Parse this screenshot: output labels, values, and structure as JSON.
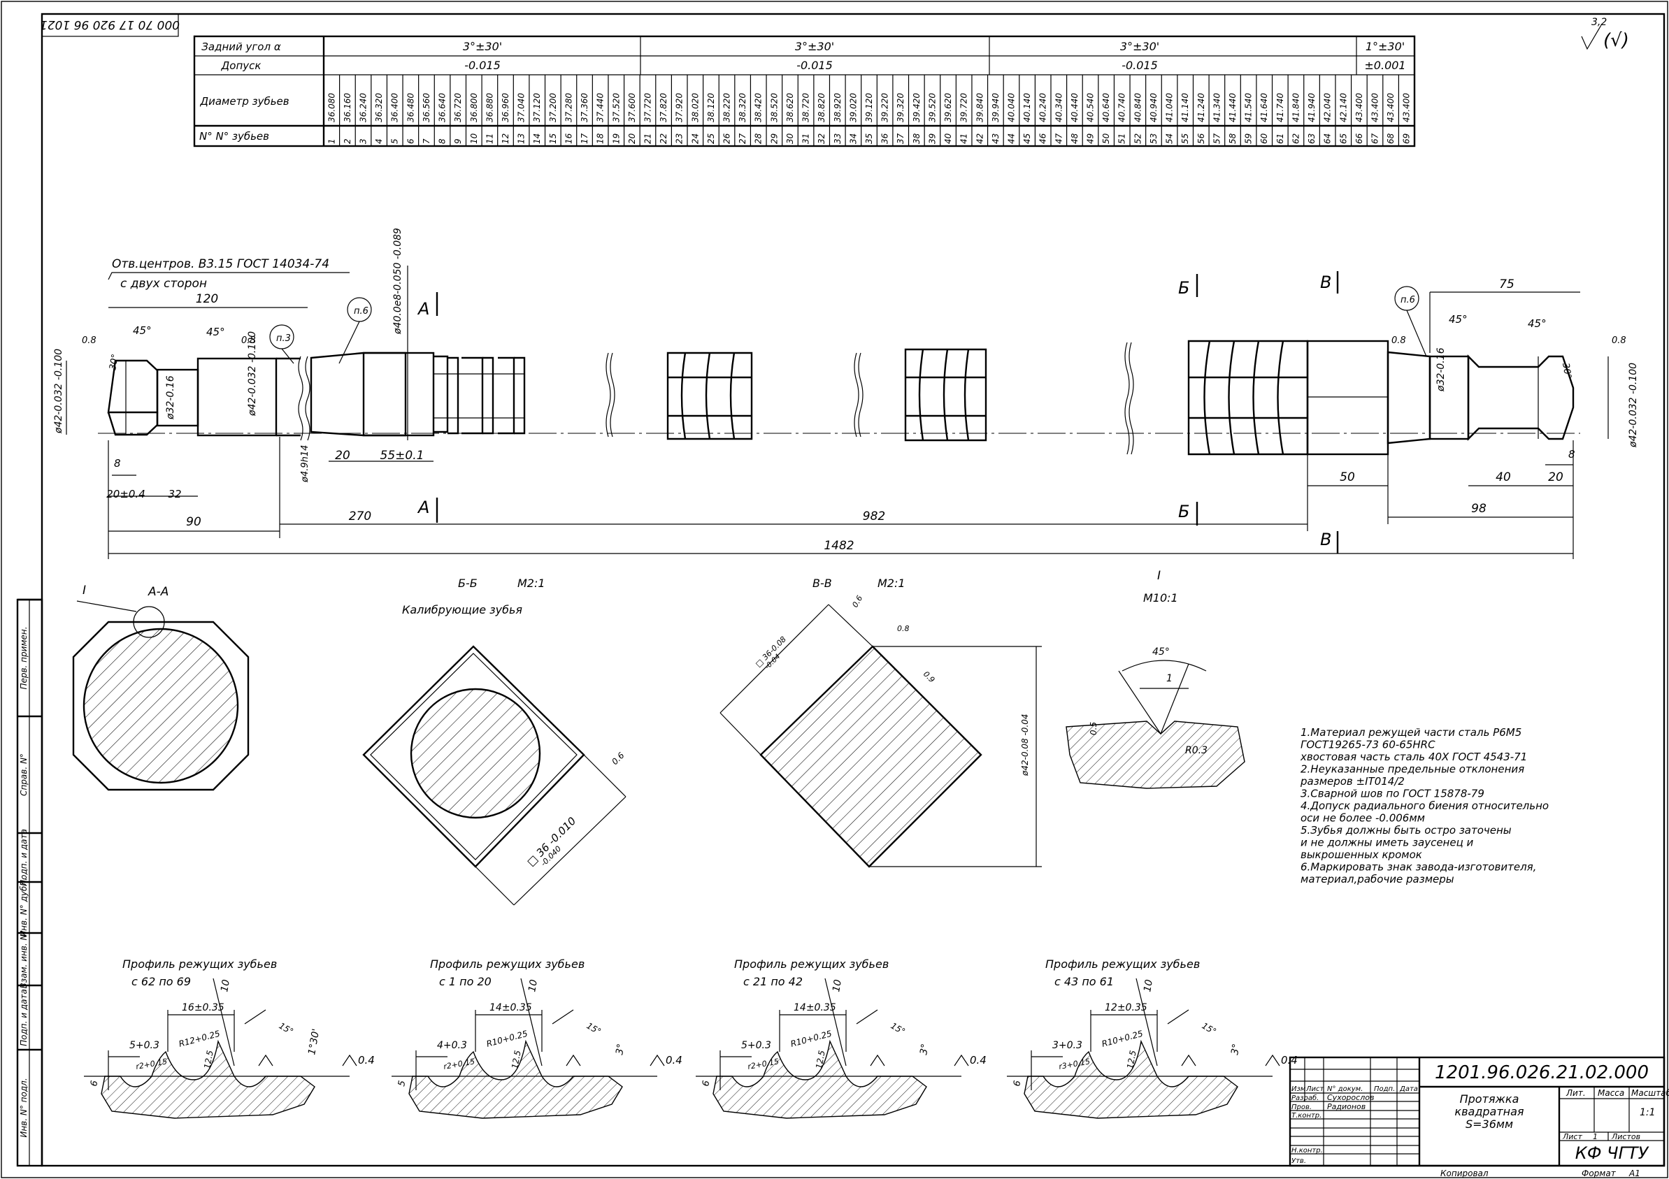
{
  "doc_code_rotated": "000 70 17 920 96 1021",
  "roughness": {
    "value": "3,2",
    "symbol": "(√)"
  },
  "teeth_table": {
    "row_labels": {
      "angle": "Задний угол α",
      "tolerance": "Допуск",
      "diameter": "Диаметр зубьев",
      "number": "N° N° зубьев"
    },
    "angle_groups": [
      "3°±30'",
      "3°±30'",
      "3°±30'",
      "1°±30'"
    ],
    "tolerance_groups": [
      "-0.015",
      "-0.015",
      "-0.015",
      "±0.001"
    ],
    "diameters": [
      "36.080",
      "36.160",
      "36.240",
      "36.320",
      "36.400",
      "36.480",
      "36.560",
      "36.640",
      "36.720",
      "36.800",
      "36.880",
      "36.960",
      "37.040",
      "37.120",
      "37.200",
      "37.280",
      "37.360",
      "37.440",
      "37.520",
      "37.600",
      "37.720",
      "37.820",
      "37.920",
      "38.020",
      "38.120",
      "38.220",
      "38.320",
      "38.420",
      "38.520",
      "38.620",
      "38.720",
      "38.820",
      "38.920",
      "39.020",
      "39.120",
      "39.220",
      "39.320",
      "39.420",
      "39.520",
      "39.620",
      "39.720",
      "39.840",
      "39.940",
      "40.040",
      "40.140",
      "40.240",
      "40.340",
      "40.440",
      "40.540",
      "40.640",
      "40.740",
      "40.840",
      "40.940",
      "41.040",
      "41.140",
      "41.240",
      "41.340",
      "41.440",
      "41.540",
      "41.640",
      "41.740",
      "41.840",
      "41.940",
      "42.040",
      "42.140",
      "43.400",
      "43.400",
      "43.400",
      "43.400"
    ]
  },
  "main_view": {
    "note_center_holes": "Отв.центров. В3.15 ГОСТ 14034-74",
    "note_both_sides": "с двух сторон",
    "dims": {
      "d120": "120",
      "a45_1": "45°",
      "a45_2": "45°",
      "a45_3": "45°",
      "a45_4": "45°",
      "a30_1": "30°",
      "a30_2": "30°",
      "r08_1": "0.8",
      "r08_2": "0.8",
      "r08_3": "0.8",
      "r08_4": "0.8",
      "p3": "п.3",
      "p6_1": "п.6",
      "p6_2": "п.6",
      "phi42_left": "ø42-0.032 -0.100",
      "phi32_left": "ø32-0.16",
      "phi42_mid": "ø42-0.032 -0.100",
      "phi40": "ø40.0e8-0.050 -0.089",
      "phi19": "ø4.9h14",
      "d8_left": "8",
      "d20_04": "20±0.4",
      "d32": "32",
      "d90": "90",
      "d20": "20",
      "d55": "55±0.1",
      "d270": "270",
      "d982": "982",
      "d1482": "1482",
      "d75": "75",
      "phi32_right": "ø32-0.16",
      "phi42_right": "ø42-0.032 -0.100",
      "d50": "50",
      "d40": "40",
      "d20_r": "20",
      "d8_right": "8",
      "d98": "98",
      "sec_A": "А",
      "sec_A2": "А",
      "sec_B": "Б",
      "sec_B2": "Б",
      "sec_V": "В",
      "sec_V2": "В"
    }
  },
  "sections": {
    "aa": {
      "title": "А-А",
      "leader": "I"
    },
    "bb": {
      "title": "Б-Б",
      "scale": "М2:1",
      "subtitle": "Калибрующие зубья",
      "dim1": "0.6",
      "dim2": "□ 36 -0.010",
      "dim2b": "-0.040"
    },
    "vv": {
      "title": "В-В",
      "scale": "М2:1",
      "d06": "0.6",
      "d08": "0.8",
      "d09": "0.9",
      "d36": "□ 36-0.08",
      "d36b": "-0.04",
      "phi42": "ø42-0.08 -0.04"
    },
    "detail": {
      "title": "I",
      "scale": "М10:1",
      "angle": "45°",
      "d1": "1",
      "d05": "0.5",
      "r": "R0.3"
    }
  },
  "notes": [
    "1.Материал режущей части сталь Р6М5",
    "  ГОСТ19265-73 60-65HRC",
    "  хвостовая часть сталь 40Х ГОСТ 4543-71",
    "2.Неуказанные предельные отклонения",
    "  размеров ±IT014/2",
    "3.Сварной шов по ГОСТ 15878-79",
    "4.Допуск радиального биения относительно",
    "  оси не более -0.006мм",
    "5.Зубья должны быть остро заточены",
    "  и не должны иметь заусенец и",
    "  выкрошенных кромок",
    "6.Маркировать знак завода-изготовителя,",
    "  материал,рабочие размеры"
  ],
  "profiles": [
    {
      "title": "Профиль режущих зубьев",
      "range": "с 62 по 69",
      "pitch": "16±0.35",
      "h": "5+0.3",
      "r": "R12+0.25",
      "rs": "r2+0.15",
      "a10": "10",
      "a15": "15°",
      "a125": "12.5",
      "a130": "1°30'",
      "ra": "0.4",
      "v": "6"
    },
    {
      "title": "Профиль режущих зубьев",
      "range": "с 1 по 20",
      "pitch": "14±0.35",
      "h": "4+0.3",
      "r": "R10+0.25",
      "rs": "r2+0.15",
      "a10": "10",
      "a15": "15°",
      "a125": "12.5",
      "a130": "3°",
      "ra": "0.4",
      "v": "5"
    },
    {
      "title": "Профиль режущих зубьев",
      "range": "с 21 по 42",
      "pitch": "14±0.35",
      "h": "5+0.3",
      "r": "R10+0.25",
      "rs": "r2+0.15",
      "a10": "10",
      "a15": "15°",
      "a125": "12.5",
      "a130": "3°",
      "ra": "0.4",
      "v": "6"
    },
    {
      "title": "Профиль режущих зубьев",
      "range": "с 43 по 61",
      "pitch": "12±0.35",
      "h": "3+0.3",
      "r": "R10+0.25",
      "rs": "r3+0.15",
      "a10": "10",
      "a15": "15°",
      "a125": "12.5",
      "a130": "3°",
      "ra": "0.4",
      "v": "6"
    }
  ],
  "side_stamp": [
    "Перв. примен.",
    "Справ. N°",
    "Подп. и дата",
    "Инв. N° дубл.",
    "Взам. инв. N°",
    "Подп. и дата",
    "Инв. N° подл."
  ],
  "title_block": {
    "designation": "1201.96.026.21.02.000",
    "name1": "Протяжка",
    "name2": "квадратная",
    "name3": "S=36мм",
    "org": "КФ ЧГТУ",
    "h_izm": "Изм",
    "h_list": "Лист",
    "h_ndoc": "N° докум.",
    "h_podp": "Подп.",
    "h_data": "Дата",
    "r_razrab": "Разраб.",
    "n_razrab": "Сухорослов",
    "r_prov": "Пров.",
    "n_prov": "Радионов",
    "r_tkontr": "Т.контр.",
    "r_nkontr": "Н.контр.",
    "r_utv": "Утв.",
    "lit": "Лит.",
    "massa": "Масса",
    "masshtab": "Масштаб",
    "scale_val": "1:1",
    "sheet": "Лист",
    "sheet_val": "1",
    "sheets": "Листов",
    "copied": "Копировал",
    "format": "Формат",
    "format_val": "А1"
  }
}
